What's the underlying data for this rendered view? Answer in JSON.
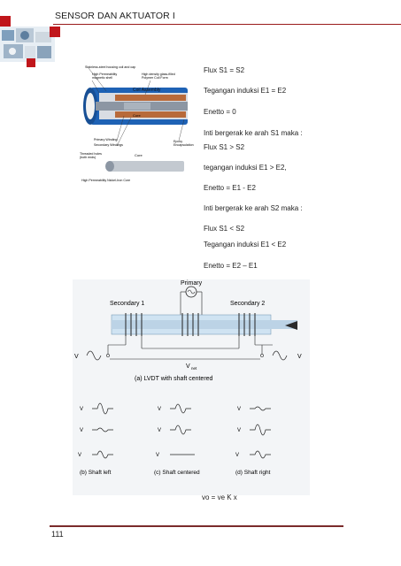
{
  "header": {
    "title": "SENSOR DAN AKTUATOR I"
  },
  "text_lines": [
    "Flux S1 = S2",
    "Tegangan induksi  E1 = E2",
    "Enetto = 0",
    "Inti bergerak ke arah S1 maka :",
    " Flux S1 > S2",
    "tegangan induksi E1 > E2,",
    "Enetto = E1 - E2",
    "Inti bergerak ke arah S2 maka :",
    "Flux S1 < S2",
    "Tegangan induksi E1 < E2",
    "Enetto = E2 – E1"
  ],
  "figure1": {
    "labels": {
      "l1": "Stainless-steel housing coil and cap",
      "l2": "High Permeability",
      "l3": "magnetic shell",
      "l4": "High density glass-filled",
      "l5": "Polymer Coil Form",
      "coil_assembly": "Coil Assembly",
      "core": "Core",
      "primary": "Primary Winding",
      "secondary": "Secondary Windings",
      "epoxy1": "Epoxy",
      "epoxy2": "Encapsulation",
      "threaded1": "Threaded holes",
      "threaded2": "(both ends)",
      "core2": "Core",
      "bottom": "High Permeability Nickel-Iron Core"
    }
  },
  "figure2": {
    "primary": "Primary",
    "secondary1": "Secondary 1",
    "secondary2": "Secondary 2",
    "v1": "V",
    "v2": "V",
    "vnet": "V",
    "net_sub": "net",
    "caption_a": "(a)  LVDT with shaft centered",
    "caption_b": "(b)  Shaft left",
    "caption_c": "(c)  Shaft centered",
    "caption_d": "(d)  Shaft right"
  },
  "equation": "vo = ve K x",
  "page_number": "111",
  "colors": {
    "accent": "#c0161b",
    "rule": "#7a2b2b"
  }
}
